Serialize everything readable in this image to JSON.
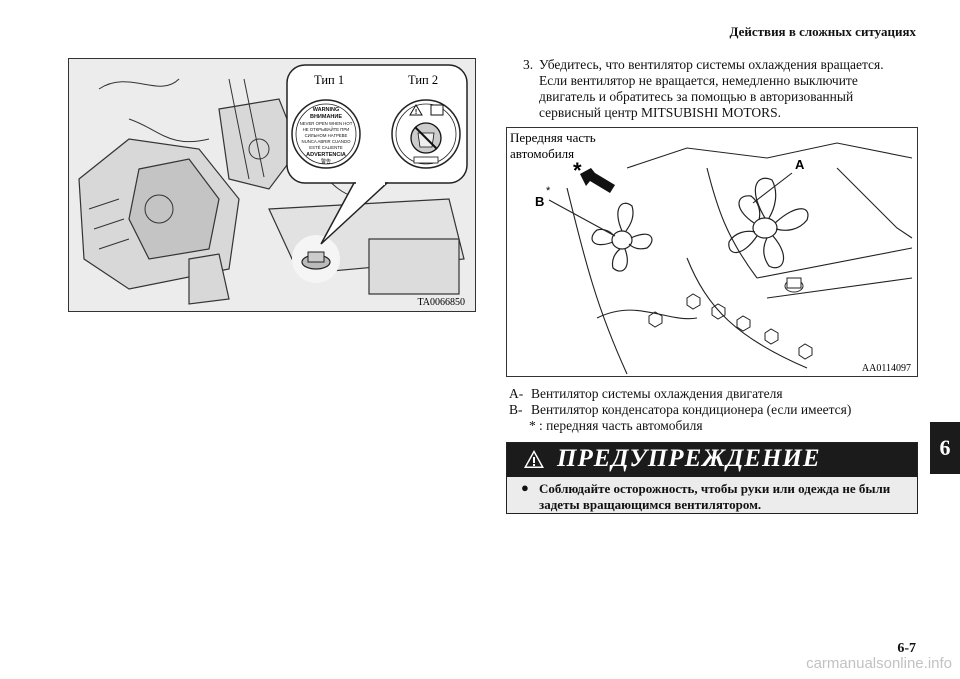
{
  "header": {
    "chapter_title": "Действия в сложных ситуациях"
  },
  "figure_engine": {
    "type_labels": [
      "Тип 1",
      "Тип 2"
    ],
    "cap_label_lines": [
      "WARNING",
      "ВНИМАНИЕ",
      "NEVER OPEN WHEN HOT",
      "НЕ ОТКРЫВАЙТЕ ПРИ",
      "СИЛЬНОМ НАГРЕВЕ",
      "NUNCA ABRIR CUANDO",
      "ESTÉ CALIENTE",
      "ADVERTENCIA",
      "警告"
    ],
    "code": "TA0066850"
  },
  "step": {
    "number": "3.",
    "text": "Убедитесь, что вентилятор системы охлаждения вращается. Если вентилятор не вращается, немедленно выключите двигатель и обратитесь за помощью в авторизованный сервисный центр MITSUBISHI MOTORS."
  },
  "figure_fans": {
    "front_label_line1": "Передняя часть",
    "front_label_line2": "автомобиля",
    "label_a": "A",
    "label_b": "B",
    "star": "*",
    "code": "AA0114097"
  },
  "legend": [
    {
      "key": "A-",
      "text": "Вентилятор системы охлаждения двигателя"
    },
    {
      "key": "B-",
      "text": "Вентилятор конденсатора кондиционера (если имеется)"
    },
    {
      "key": "*",
      "text": ": передняя часть автомобиля"
    }
  ],
  "warning": {
    "title": "ПРЕДУПРЕЖДЕНИЕ",
    "bullet": "●",
    "text_line1": "Соблюдайте осторожность, чтобы руки или одежда не были",
    "text_line2": "задеты вращающимся вентилятором."
  },
  "side_tab": "6",
  "page_number": "6-7",
  "watermark": "carmanualsonline.info"
}
